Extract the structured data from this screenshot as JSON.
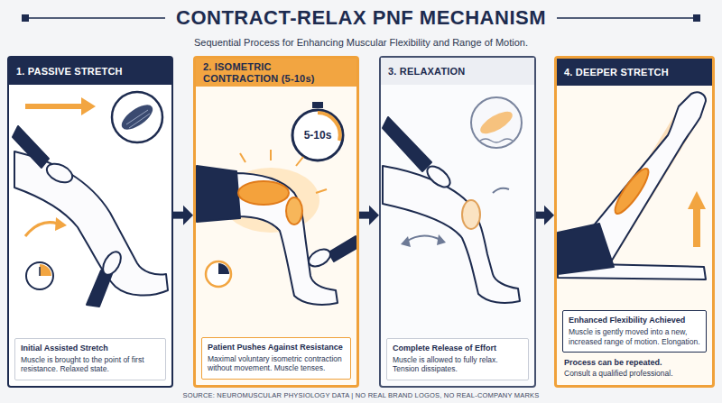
{
  "diagram": {
    "title": "CONTRACT-RELAX PNF MECHANISM",
    "caption": "SOURCE: NEUROMUSCULAR PHYSIOLOGY DATA | NO REAL BRAND LOGOS, NO REAL-COMPANY MARKS",
    "nodes": [
      {
        "text": [
          "1. PASSIVE STRETCH",
          "Initial Assisted Stretch",
          "Muscle is brought to the point of first resistance. Relaxed state."
        ]
      },
      {
        "text": [
          "2. ISOMETRIC CONTRACTION (5-10s)",
          "Patient Pushes Against Resistance",
          "Maximal voluntary isometric contraction without movement. Muscle tenses."
        ]
      },
      {
        "text": [
          "3. RELAXATION",
          "Complete Release of Effort",
          "Muscle is allowed to fully relax. Tension dissipates."
        ]
      },
      {
        "text": [
          "4. DEEPER STRETCH",
          "Enhanced Flexibility Achieved",
          "Muscle is gently moved into a new, increased range of motion. Elongation.",
          "Process can be repeated.",
          "Consult a qualified professional."
        ]
      }
    ],
    "edges": [
      {
        "from": 0,
        "to": 1,
        "arrow": "to"
      },
      {
        "from": 1,
        "to": 2,
        "arrow": "to"
      },
      {
        "from": 2,
        "to": 3,
        "arrow": "to"
      }
    ],
    "labels": [
      "Sequential Process for Enhancing Muscular Flexibility and Range of Motion.",
      "5-10s"
    ]
  }
}
